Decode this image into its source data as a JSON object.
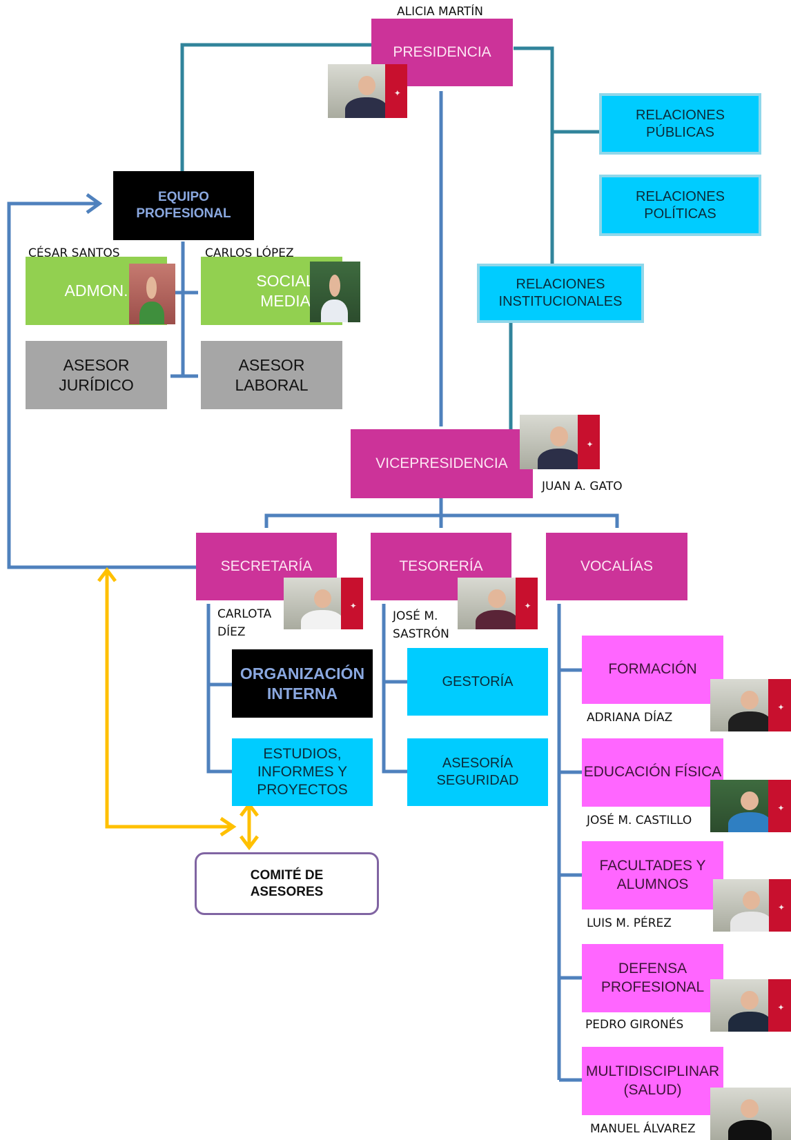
{
  "nodes": {
    "presidencia": "PRESIDENCIA",
    "equipo_profesional": "EQUIPO\nPROFESIONAL",
    "relaciones_publicas": "RELACIONES\nPÚBLICAS",
    "relaciones_politicas": "RELACIONES\nPOLÍTICAS",
    "relaciones_institucionales": "RELACIONES\nINSTITUCIONALES",
    "admon": "ADMON.",
    "social_media": "SOCIAL\nMEDIA",
    "asesor_juridico": "ASESOR\nJURÍDICO",
    "asesor_laboral": "ASESOR LABORAL",
    "vicepresidencia": "VICEPRESIDENCIA",
    "secretaria": "SECRETARÍA",
    "tesoreria": "TESORERÍA",
    "vocalias": "VOCALÍAS",
    "organizacion_interna": "ORGANIZACIÓN\nINTERNA",
    "estudios": "ESTUDIOS,\nINFORMES Y\nPROYECTOS",
    "gestoria": "GESTORÍA",
    "asesoria_seguridad": "ASESORÍA\nSEGURIDAD",
    "formacion": "FORMACIÓN",
    "educacion_fisica": "EDUCACIÓN FÍSICA",
    "facultades": "FACULTADES Y\nALUMNOS",
    "defensa": "DEFENSA\nPROFESIONAL",
    "multidisciplinar": "MULTIDISCIPLINAR\n(SALUD)",
    "comite": "COMITÉ DE\nASESORES"
  },
  "people": {
    "presidencia": "ALICIA MARTÍN",
    "admon": "CÉSAR SANTOS",
    "social_media": "CARLOS LÓPEZ",
    "vicepresidencia": "JUAN A. GATO",
    "secretaria": "CARLOTA\nDÍEZ",
    "tesoreria": "JOSÉ M.\nSASTRÓN",
    "formacion": "ADRIANA DÍAZ",
    "educacion_fisica": "JOSÉ M. CASTILLO",
    "facultades": "LUIS M. PÉREZ",
    "defensa": "PEDRO GIRONÉS",
    "multidisciplinar": "MANUEL ÁLVAREZ"
  },
  "colors": {
    "magenta": "#CC3399",
    "pink": "#FF66FF",
    "cyan": "#00CCFF",
    "green": "#92D050",
    "gray": "#A6A6A6",
    "teal_line": "#31849B",
    "blue_line": "#4F81BD",
    "arrow_yellow": "#FFC000",
    "committee_border": "#8064A2"
  }
}
